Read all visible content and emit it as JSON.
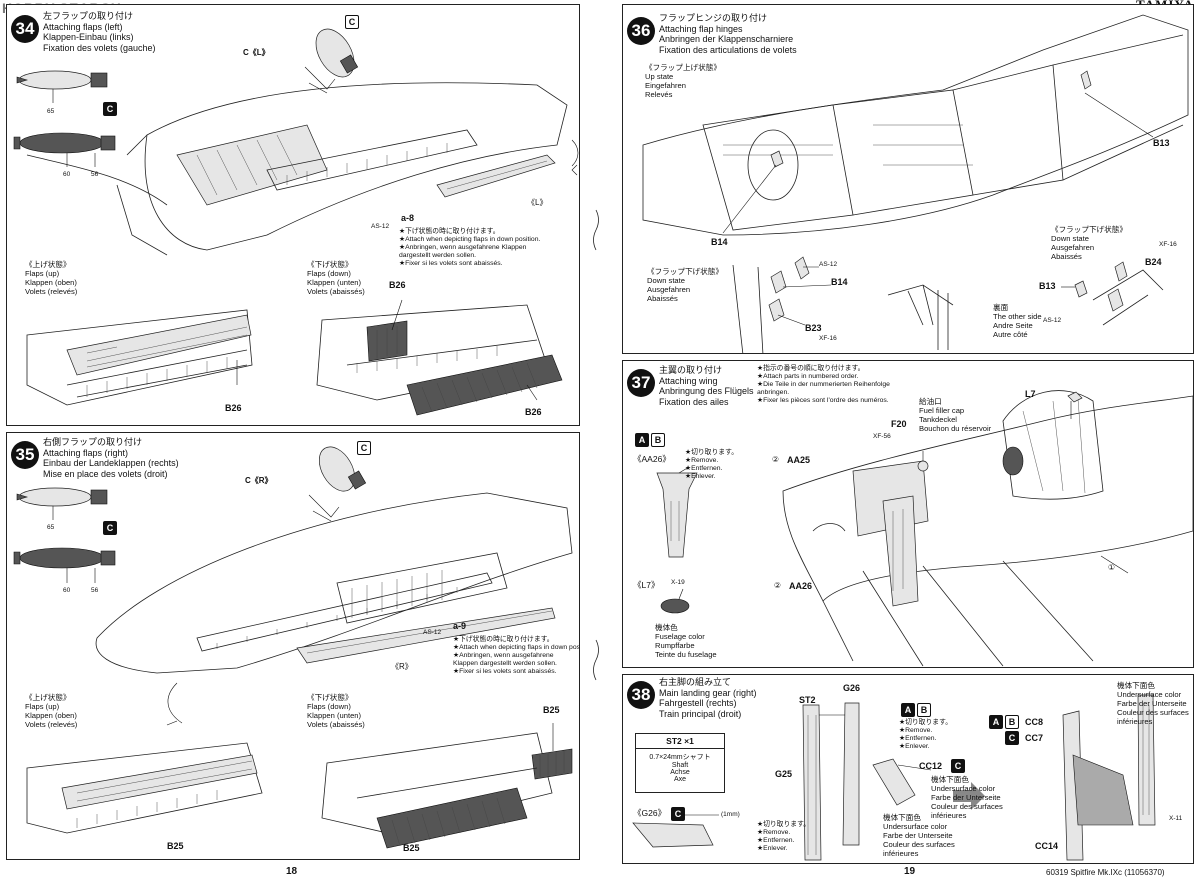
{
  "watermark": "HOBBY SEARCH",
  "brand": "TAMIYA",
  "pages": {
    "left": {
      "number": "18",
      "footer": ""
    },
    "right": {
      "number": "19",
      "footer": "60319  Spitfire Mk.IXc (11056370)"
    }
  },
  "footer_left_prefix": "",
  "steps": {
    "s34": {
      "number": "34",
      "title": [
        "左フラップの取り付け",
        "Attaching flaps (left)",
        "Klappen-Einbau (links)",
        "Fixation des volets (gauche)"
      ],
      "part_tag": "C",
      "callouts": {
        "c_l": "C《L》",
        "l_mark": "《L》",
        "n65": "65",
        "n60": "60",
        "n56": "56",
        "as12": "AS-12",
        "a8": "a-8"
      },
      "note": [
        "★下げ状態の時に取り付けます。",
        "★Attach when depicting flaps in down position.",
        "★Anbringen, wenn ausgefahrene Klappen",
        "dargestellt werden sollen.",
        "★Fixer si les volets sont abaissés."
      ],
      "up": [
        "《上げ状態》",
        "Flaps (up)",
        "Klappen (oben)",
        "Volets (relevés)"
      ],
      "down": [
        "《下げ状態》",
        "Flaps (down)",
        "Klappen (unten)",
        "Volets (abaissés)"
      ],
      "b26": "B26"
    },
    "s35": {
      "number": "35",
      "title": [
        "右側フラップの取り付け",
        "Attaching flaps (right)",
        "Einbau der Landeklappen (rechts)",
        "Mise en place des volets (droit)"
      ],
      "part_tag": "C",
      "callouts": {
        "c_r": "C《R》",
        "r_mark": "《R》",
        "n65": "65",
        "n60": "60",
        "n56": "56",
        "as12": "AS-12",
        "a9": "a-9"
      },
      "note": [
        "★下げ状態の時に取り付けます。",
        "★Attach when depicting flaps in down position.",
        "★Anbringen, wenn ausgefahrene",
        "Klappen dargestellt werden sollen.",
        "★Fixer si les volets sont abaissés."
      ],
      "up": [
        "《上げ状態》",
        "Flaps (up)",
        "Klappen (oben)",
        "Volets (relevés)"
      ],
      "down": [
        "《下げ状態》",
        "Flaps (down)",
        "Klappen (unten)",
        "Volets (abaissés)"
      ],
      "b25": "B25"
    },
    "s36": {
      "number": "36",
      "title": [
        "フラップヒンジの取り付け",
        "Attaching flap hinges",
        "Anbringen der Klappenscharniere",
        "Fixation des articulations de volets"
      ],
      "up_state": [
        "《フラップ上げ状態》",
        "Up state",
        "Eingefahren",
        "Relevés"
      ],
      "down_state_a": [
        "《フラップ下げ状態》",
        "Down state",
        "Ausgefahren",
        "Abaissés"
      ],
      "down_state_b": [
        "《フラップ下げ状態》",
        "Down state",
        "Ausgefahren",
        "Abaissés"
      ],
      "other_side": [
        "裏面",
        "The other side",
        "Andre Seite",
        "Autre côté"
      ],
      "labels": {
        "b13a": "B13",
        "b14a": "B14",
        "b14b": "B14",
        "b23": "B23",
        "b24": "B24",
        "b13b": "B13",
        "as12a": "AS-12",
        "as12b": "AS-12",
        "xf16a": "XF-16",
        "xf16b": "XF-16"
      }
    },
    "s37": {
      "number": "37",
      "title": [
        "主翼の取り付け",
        "Attaching wing",
        "Anbringung des Flügels",
        "Fixation des ailes"
      ],
      "note": [
        "★指示の番号の順に取り付けます。",
        "★Attach parts in numbered order.",
        "★Die Teile in der nummerierten Reihenfolge",
        "anbringen.",
        "★Fixer les pièces sont l'ordre des numéros."
      ],
      "tags": [
        "A",
        "B"
      ],
      "aa26_title": "《AA26》",
      "remove": [
        "★切り取ります。",
        "★Remove.",
        "★Entfernen.",
        "★Enlever."
      ],
      "l7_title": "《L7》",
      "x19": "X-19",
      "fuselage": [
        "機体色",
        "Fuselage color",
        "Rumpffarbe",
        "Teinte du fuselage"
      ],
      "fuel": [
        "給油口",
        "Fuel filler cap",
        "Tankdeckel",
        "Bouchon du réservoir"
      ],
      "labels": {
        "aa25": "AA25",
        "aa26": "AA26",
        "f20": "F20",
        "xf56": "XF-56",
        "l7": "L7",
        "n1": "①",
        "n2a": "②",
        "n2b": "②"
      }
    },
    "s38": {
      "number": "38",
      "title": [
        "右主脚の組み立て",
        "Main landing gear (right)",
        "Fahrgestell (rechts)",
        "Train principal (droit)"
      ],
      "shaft": {
        "head": "ST2 ×1",
        "l1": "0.7×24mmシャフト",
        "l2": "Shaft",
        "l3": "Achse",
        "l4": "Axe"
      },
      "g26_title": "《G26》",
      "c_tag": "C",
      "one_mm": "(1mm)",
      "remove_a": [
        "★切り取ります。",
        "★Remove.",
        "★Entfernen.",
        "★Enlever."
      ],
      "remove_b": [
        "★切り取ります。",
        "★Remove.",
        "★Entfernen.",
        "★Enlever."
      ],
      "under_a": [
        "機体下面色",
        "Undersurface color",
        "Farbe der Unterseite",
        "Couleur des surfaces",
        "inférieures"
      ],
      "under_b": [
        "機体下面色",
        "Undersurface color",
        "Farbe der Unterseite",
        "Couleur des surfaces",
        "inférieures"
      ],
      "under_c": [
        "機体下面色",
        "Undersurface color",
        "Farbe der Unterseite",
        "Couleur des surfaces",
        "inférieures"
      ],
      "labels": {
        "st2": "ST2",
        "g26": "G26",
        "g25": "G25",
        "cc12": "CC12",
        "cc8": "CC8",
        "cc7": "CC7",
        "cc14": "CC14",
        "x11": "X-11"
      }
    }
  }
}
